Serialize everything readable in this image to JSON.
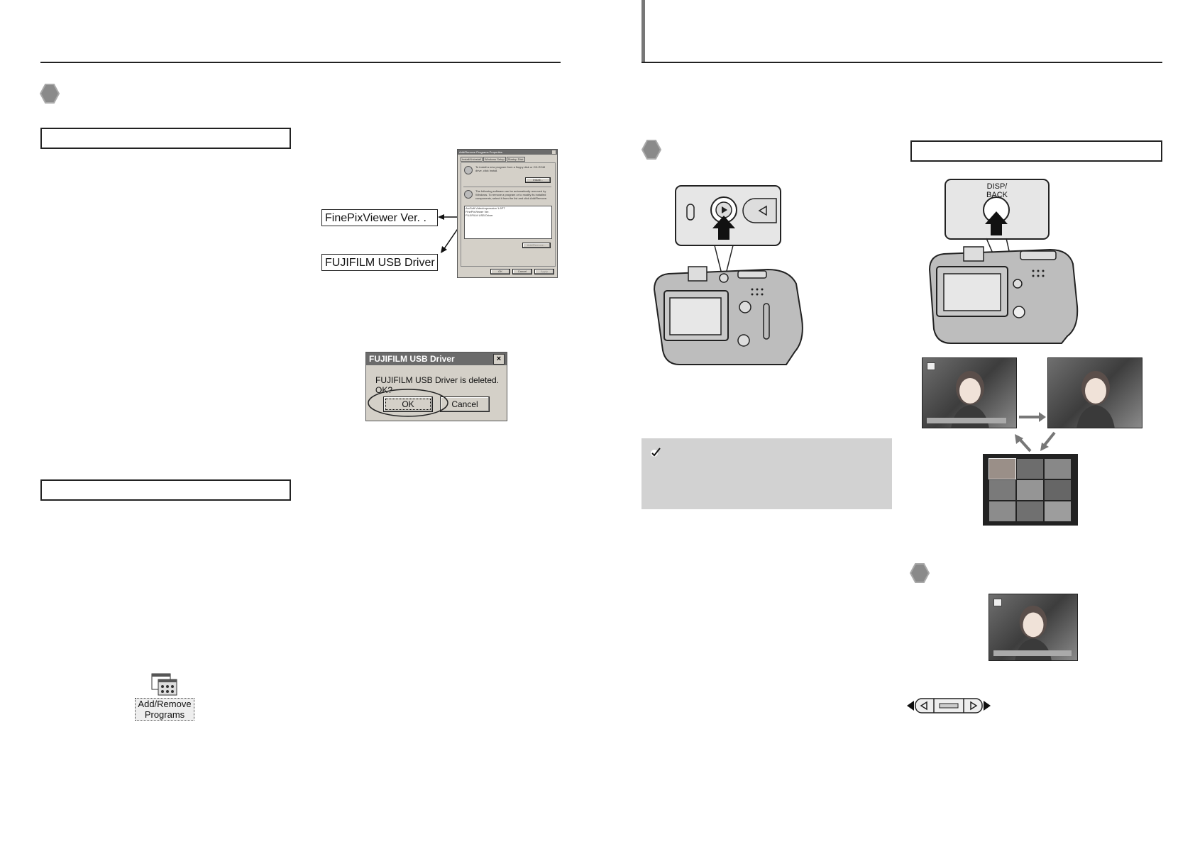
{
  "callouts": {
    "finepix": "FinePixViewer Ver.   .",
    "usb_driver": "FUJIFILM USB Driver"
  },
  "properties_window": {
    "title": "Add/Remove Programs Properties",
    "tabs": [
      "Install/Uninstall",
      "Windows Setup",
      "Startup Disk"
    ],
    "install_text": "To install a new program from a floppy disk or CD-ROM drive, click Install.",
    "install_button": "Install...",
    "remove_text": "The following software can be automatically removed by Windows. To remove a program or to modify its installed components, select it from the list and click Add/Remove.",
    "list_items": [
      "ArcSoft VideoImpression 1.6PT",
      "FinePixViewer Ver.",
      "FUJIFILM USB Driver"
    ],
    "addremove_button": "Add/Remove...",
    "ok": "OK",
    "cancel": "Cancel",
    "apply": "Apply"
  },
  "confirm_dialog": {
    "title": "FUJIFILM USB Driver",
    "message": "FUJIFILM USB Driver is deleted. OK?",
    "ok": "OK",
    "cancel": "Cancel",
    "close": "×"
  },
  "desktop_icon": {
    "label_line1": "Add/Remove",
    "label_line2": "Programs"
  },
  "camera_top": {
    "button_label_line1": "DISP/",
    "button_label_line2": "BACK"
  },
  "note": {
    "icon": "checkmark-icon"
  },
  "colors": {
    "hex_fill": "#8a8a8a",
    "note_bg": "#d2d2d2",
    "rule": "#222222"
  }
}
